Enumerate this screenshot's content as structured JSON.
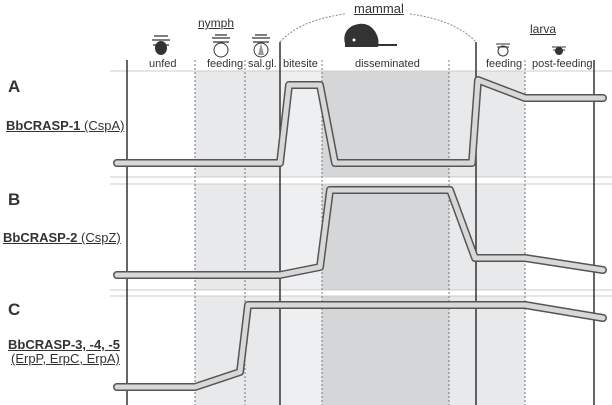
{
  "hosts": {
    "nymph": "nymph",
    "mammal": "mammal",
    "larva": "larva"
  },
  "stages": [
    "unfed",
    "feeding",
    "sal.gl.",
    "bitesite",
    "disseminated",
    "feeding",
    "post-feeding"
  ],
  "panels": [
    {
      "letter": "A",
      "gene": "BbCRASP-1",
      "alias": "(CspA)",
      "alias2": ""
    },
    {
      "letter": "B",
      "gene": "BbCRASP-2",
      "alias": "(CspZ)",
      "alias2": ""
    },
    {
      "letter": "C",
      "gene": "BbCRASP-3, -4, -5",
      "alias": "",
      "alias2": "(ErpP, ErpC, ErpA)"
    }
  ],
  "colors": {
    "light_shade": "#e8e9ea",
    "dark_shade": "#d3d4d5",
    "curve_outer": "#555555",
    "curve_inner": "#d8d8d8"
  }
}
